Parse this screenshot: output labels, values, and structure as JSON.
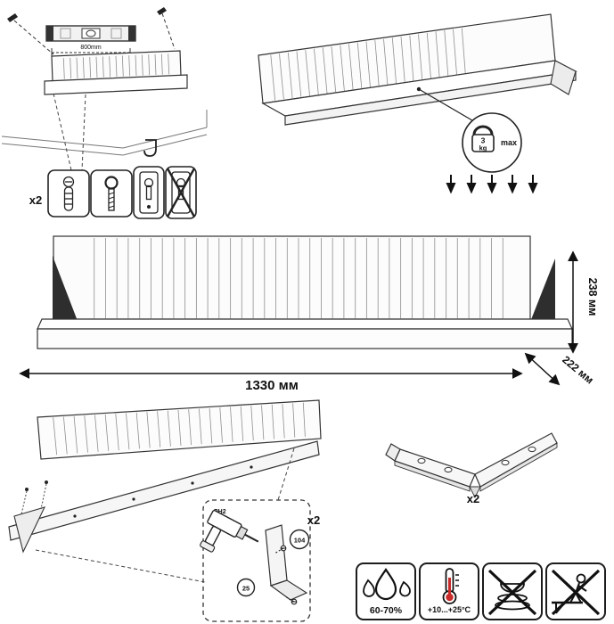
{
  "sheet": {
    "bg": "#ffffff",
    "ink": "#1a1a1a",
    "slat_color": "#8f8f8f",
    "accent_red": "#c92a2a"
  },
  "mounting": {
    "level_measurement": "800mm",
    "hardware_qty": "x2"
  },
  "load_limit": {
    "weight_value": "3",
    "weight_unit": "kg",
    "max_label": "max"
  },
  "dimensions": {
    "width": "1330 мм",
    "height": "238 мм",
    "depth": "222 мм"
  },
  "assembly": {
    "qty": "x2",
    "bit_label": "PH2",
    "callout_screw": "104",
    "callout_bit": "25"
  },
  "bracket": {
    "qty": "x2"
  },
  "care": {
    "humidity": "60-70%",
    "temperature": "+10...+25°C"
  }
}
